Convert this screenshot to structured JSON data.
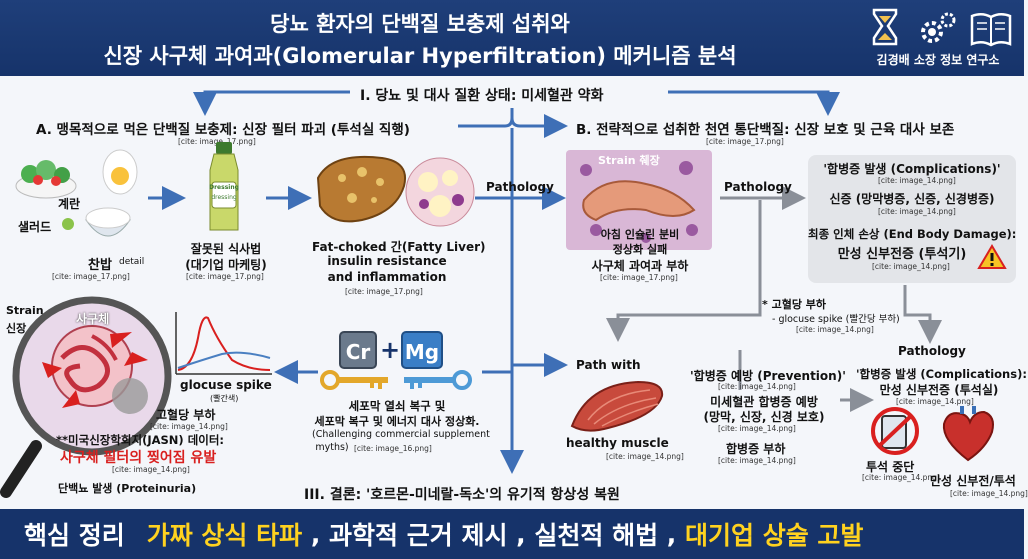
{
  "header": {
    "title_line1": "당뇨 환자의 단백질 보충제 섭취와",
    "title_line2": "신장 사구체 과여과(Glomerular Hyperfiltration) 메커니즘 분석",
    "brand": "김경배 소장 정보 연구소"
  },
  "sections": {
    "one": "I. 당뇨 및 대사 질환 상태: 미세혈관 약화",
    "a": "A. 맹목적으로 먹은 단백질 보충제: 신장 필터 파괴 (투석실 직행)",
    "b": "B. 전략적으로 섭취한 천연 통단백질: 신장 보호 및 근육 대사 보존",
    "three": "III. 결론: '호르몬-미네랄-독소'의 유기적 항상성 복원"
  },
  "cites": {
    "a": "[cite: image_17.png]",
    "b": "[cite: image_17.png]",
    "salad": "[cite: image_17.png]",
    "dressing": "[cite: image_17.png]",
    "liver": "[cite: image_17.png]",
    "pancreas": "[cite: image_17.png]",
    "comp1": "[cite: image_14.png]",
    "comp2": "[cite: image_14.png]",
    "comp3": "[cite: image_14.png]",
    "glucose": "[cite: image_14.png]",
    "kidney1": "[cite: image_14.png]",
    "kidney2": "[cite: image_14.png]",
    "cr": "[cite: image_16.png]",
    "muscle": "[cite: image_14.png]",
    "prev1": "[cite: image_14.png]",
    "prev2": "[cite: image_14.png]",
    "prev3": "[cite: image_14.png]",
    "comp4": "[cite: image_14.png]",
    "comp5": "[cite: image_14.png]",
    "comp6": "[cite: image_14.png]"
  },
  "food": {
    "egg": "계란",
    "salad": "샐러드",
    "rice": "찬밥",
    "detail": "detail",
    "dressing_text1": "Dressing",
    "dressing_text2": "dressing",
    "dressing1": "잘못된 식사법",
    "dressing2": "(대기업 마케팅)"
  },
  "liver": {
    "line1": "Fat-choked 간(Fatty Liver)",
    "line2": "insulin resistance",
    "line3": "and inflammation"
  },
  "pathology": {
    "p1": "Pathology",
    "p2": "Pathology",
    "p3": "Pathology"
  },
  "pancreas": {
    "strain": "Strain 췌장",
    "line1": "아침 인슐린 분비",
    "line2": "정상화 실패",
    "line3": "사구체 과여과 부하"
  },
  "complications": {
    "title": "'합병증 발생 (Complications)'",
    "line1": "신증 (망막병증, 신증, 신경병증)",
    "line2": "최종 인체 손상 (End Body Damage):",
    "line3": "만성 신부전증 (투석기)"
  },
  "glucose_mid": {
    "line1": "* 고혈당 부하",
    "line2": "- glocuse spike (빨간당 부하)"
  },
  "kidney": {
    "strain": "Strain",
    "organ": "신장",
    "glom": "사구체",
    "spike": "glocuse spike",
    "spike_sub": "(빨간색)",
    "hyper": "고혈당 부하",
    "jasn": "**미국신장학회지(JASN) 데이터:",
    "tear": "사구체 필터의 찢어짐 유발",
    "proteinuria": "단백뇨 발생 (Proteinuria)"
  },
  "minerals": {
    "cr": "Cr",
    "plus": "+",
    "mg": "Mg",
    "line1": "세포막 열쇠 복구 및",
    "line2": "세포막 복구 및 에너지 대사 정상화.",
    "line3": "(Challenging commercial supplement",
    "line4": "myths)"
  },
  "muscle": {
    "title": "Path with",
    "label": "healthy muscle"
  },
  "prevention": {
    "title": "'합병증 예방 (Prevention)'",
    "line1": "미세혈관 합병증 예방",
    "line2": "(망막, 신장, 신경 보호)",
    "line3": "합병증 부하"
  },
  "comp_right": {
    "title": "'합병증 발생 (Complications):",
    "line1": "만성 신부전증 (투석실)",
    "stop": "투석 중단",
    "final": "만성 신부전/투석"
  },
  "footer": {
    "lead": "핵심 정리",
    "p1": "가짜 상식 타파",
    "sep1": " , ",
    "p2": "과학적 근거 제시",
    "sep2": " , ",
    "p3": "실천적 해법",
    "sep3": " , ",
    "p4": "대기업 상술 고발"
  },
  "colors": {
    "header_bg": "#16336a",
    "arrow_blue": "#3e6fb6",
    "arrow_gray": "#8a8f98",
    "highlight": "#ffd21f",
    "warning_red": "#d9201f"
  }
}
